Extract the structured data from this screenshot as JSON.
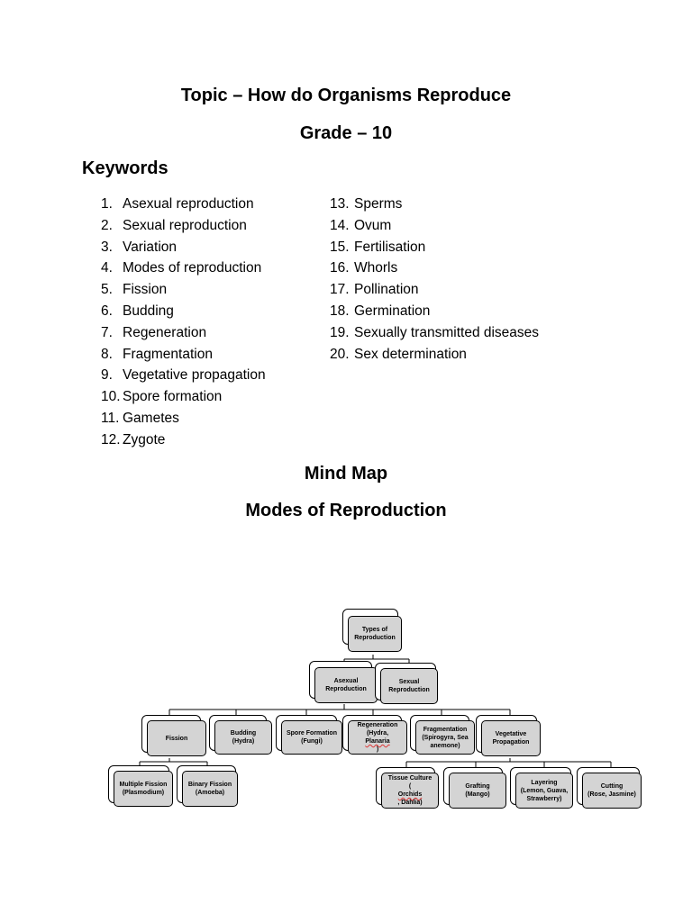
{
  "header": {
    "topic": "Topic – How do Organisms Reproduce",
    "grade": "Grade – 10"
  },
  "keywords": {
    "heading": "Keywords",
    "column_a": [
      {
        "num": "1.",
        "text": "Asexual reproduction"
      },
      {
        "num": "2.",
        "text": "Sexual reproduction"
      },
      {
        "num": "3.",
        "text": "Variation"
      },
      {
        "num": "4.",
        "text": "Modes of reproduction"
      },
      {
        "num": "5.",
        "text": "Fission"
      },
      {
        "num": "6.",
        "text": "Budding"
      },
      {
        "num": "7.",
        "text": "Regeneration"
      },
      {
        "num": "8.",
        "text": "Fragmentation"
      },
      {
        "num": "9.",
        "text": "Vegetative propagation"
      },
      {
        "num": "10.",
        "text": "Spore formation"
      },
      {
        "num": "11.",
        "text": "Gametes"
      },
      {
        "num": "12.",
        "text": "Zygote"
      }
    ],
    "column_b": [
      {
        "num": "13.",
        "text": "Sperms"
      },
      {
        "num": "14.",
        "text": "Ovum"
      },
      {
        "num": "15.",
        "text": "Fertilisation"
      },
      {
        "num": "16.",
        "text": "Whorls"
      },
      {
        "num": "17.",
        "text": "Pollination"
      },
      {
        "num": "18.",
        "text": "Germination"
      },
      {
        "num": "19.",
        "text": "Sexually transmitted diseases"
      },
      {
        "num": "20.",
        "text": "Sex determination"
      }
    ]
  },
  "mind_map": {
    "title": "Mind Map",
    "subtitle": "Modes of Reproduction",
    "root": {
      "line1": "Types of",
      "line2": "Reproduction"
    },
    "asexual": {
      "line1": "Asexual",
      "line2": "Reproduction"
    },
    "sexual": {
      "line1": "Sexual",
      "line2": "Reproduction"
    },
    "fission": {
      "line1": "Fission"
    },
    "budding": {
      "line1": "Budding",
      "line2": "(Hydra)"
    },
    "spore": {
      "line1": "Spore Formation",
      "line2": "(Fungi)"
    },
    "regeneration": {
      "line1": "Regeneration",
      "line2_a": "(Hydra, ",
      "line2_b": "Planaria",
      "line2_c": ")"
    },
    "fragmentation": {
      "line1": "Fragmentation",
      "line2": "(Spirogyra, Sea",
      "line3": "anemone)"
    },
    "vegetative": {
      "line1": "Vegetative",
      "line2": "Propagation"
    },
    "multiple_fission": {
      "line1": "Multiple Fission",
      "line2": "(Plasmodium)"
    },
    "binary_fission": {
      "line1": "Binary Fission",
      "line2": "(Amoeba)"
    },
    "tissue_culture": {
      "line1": "Tissue Culture",
      "line2_a": "(",
      "line2_b": "Orchids",
      "line2_c": ", Dahlia)"
    },
    "grafting": {
      "line1": "Grafting",
      "line2": "(Mango)"
    },
    "layering": {
      "line1": "Layering",
      "line2": "(Lemon, Guava,",
      "line3": "Strawberry)"
    },
    "cutting": {
      "line1": "Cutting",
      "line2": "(Rose, Jasmine)"
    }
  }
}
